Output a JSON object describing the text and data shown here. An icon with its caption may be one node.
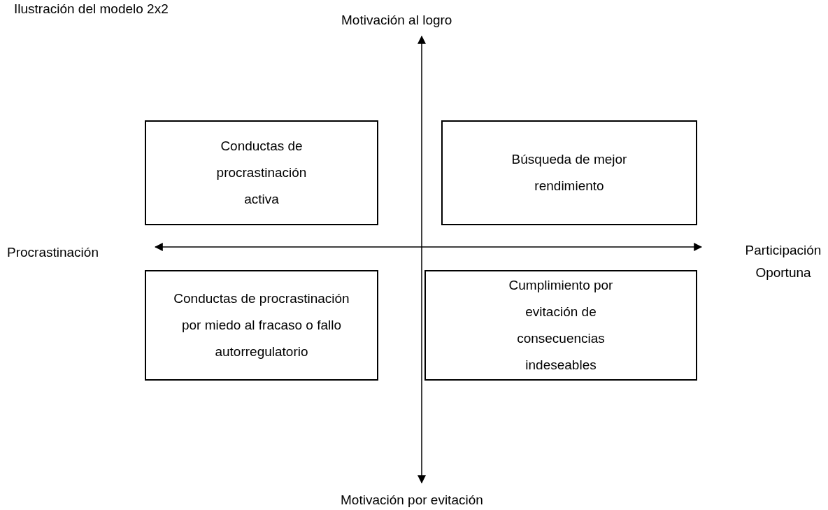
{
  "diagram": {
    "title": "Ilustración del modelo 2x2",
    "nodes": [
      {
        "text": [
          "Conductas de procrastinación activa"
        ]
      },
      {
        "text": [
          "Búsqueda de mejor rendimiento"
        ]
      },
      {
        "text": [
          "Conductas de procrastinación por miedo al fracaso o fallo autorregulatorio"
        ]
      },
      {
        "text": [
          "Cumplimiento por evitación de consecuencias indeseables"
        ]
      }
    ],
    "labels": [
      "Motivación al logro",
      "Procrastinación",
      "Participación Oportuna",
      "Motivación por evitación"
    ]
  }
}
